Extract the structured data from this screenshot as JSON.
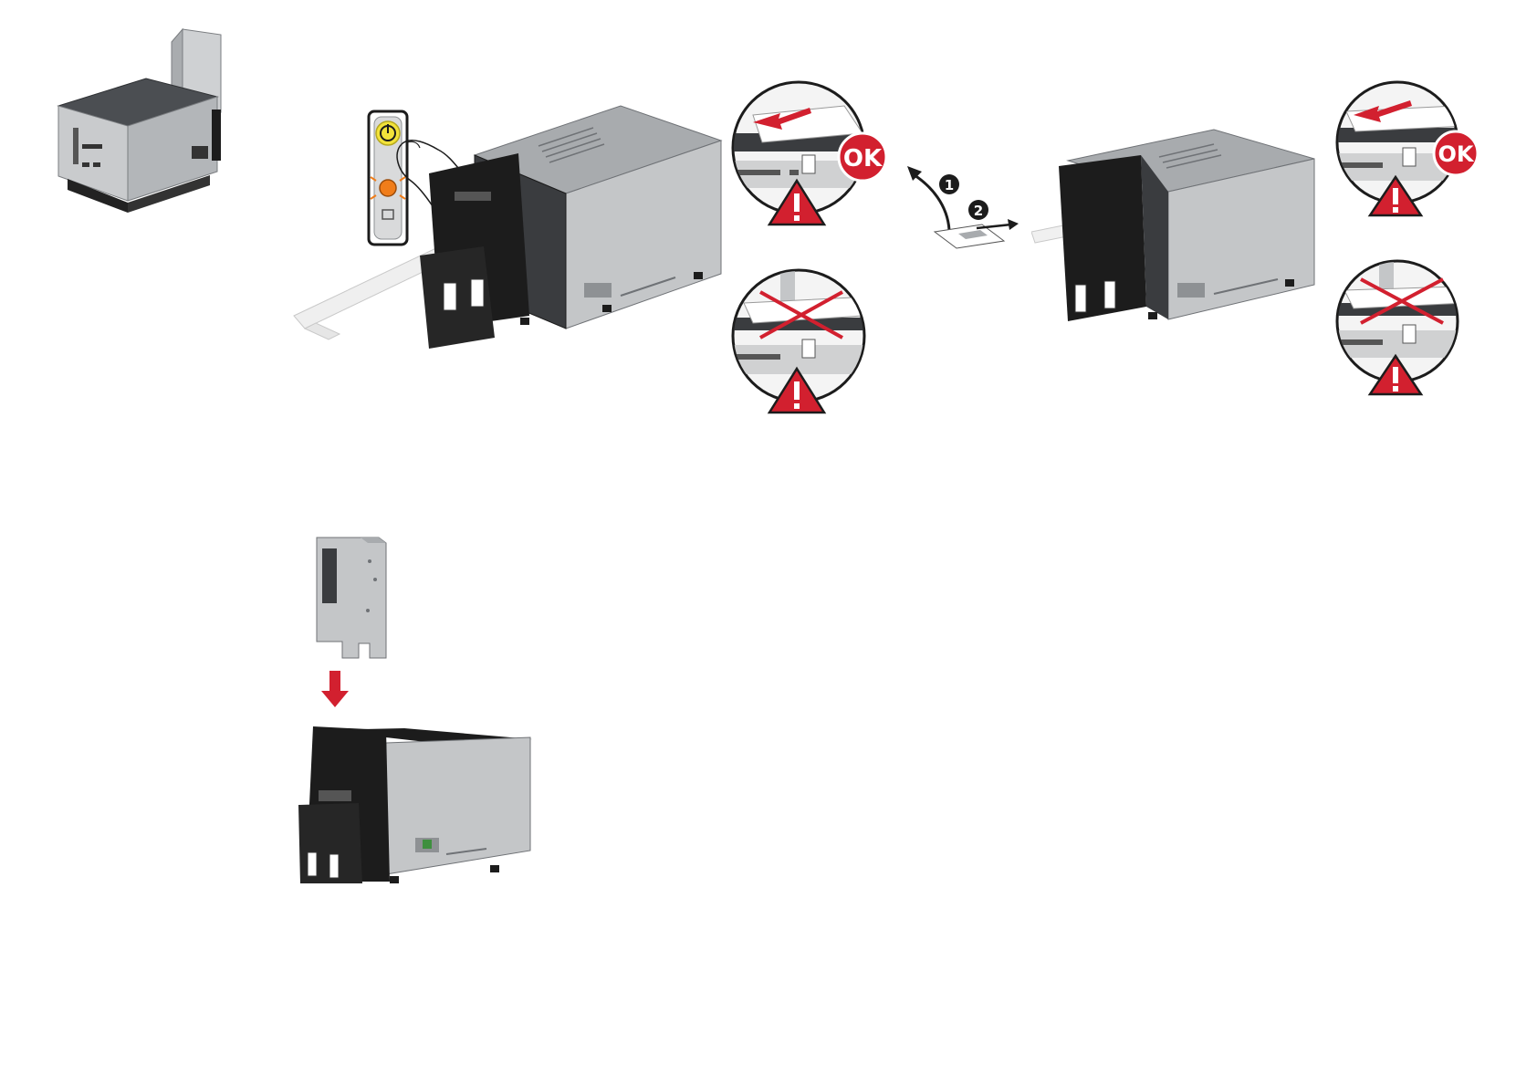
{
  "colors": {
    "warning_red": "#d2202f",
    "ok_red": "#d2202f",
    "metal": "#c4c6c8",
    "metal_dark": "#8e9194",
    "black_part": "#1c1c1c",
    "led_orange": "#f07d1a",
    "led_yellow": "#f2e23a"
  },
  "badges": {
    "ok_label": "OK"
  },
  "steps": {
    "step1": "1",
    "step2": "2"
  },
  "icons": [
    "power-button-icon",
    "warning-triangle-icon",
    "ok-badge-icon",
    "cross-out-icon",
    "arrow-down-icon",
    "curved-arrow-icon"
  ]
}
